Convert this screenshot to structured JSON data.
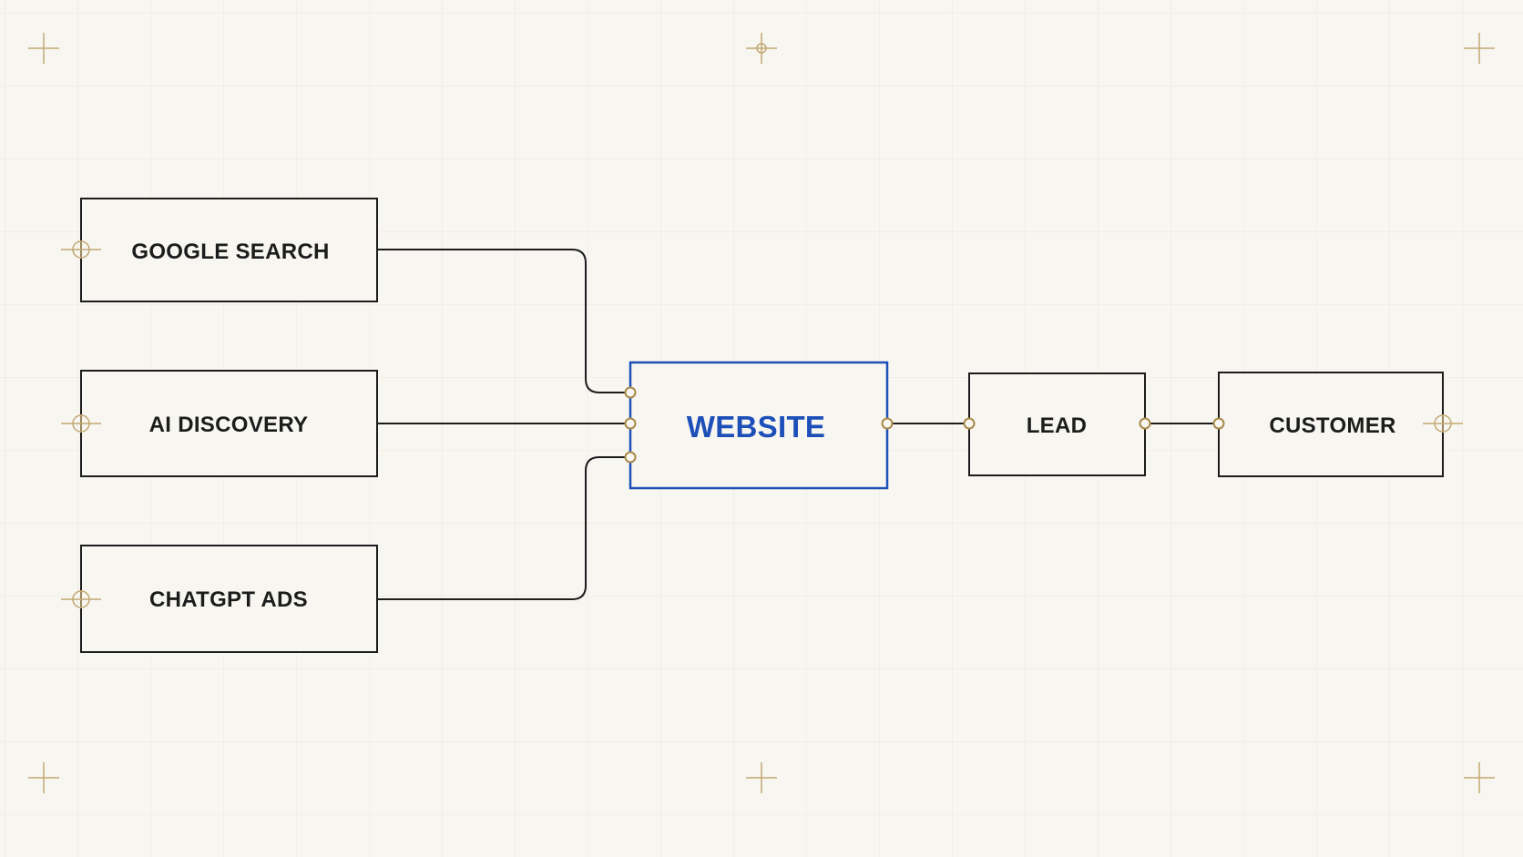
{
  "diagram": {
    "colors": {
      "background": "#f8f6f1",
      "grid": "#ebe7de",
      "box_stroke": "#1c1c1c",
      "highlight": "#1d4fb8",
      "port": "#a88a4a",
      "crosshair": "#c2a873"
    },
    "nodes": {
      "google_search": {
        "label": "GOOGLE SEARCH"
      },
      "ai_discovery": {
        "label": "AI DISCOVERY"
      },
      "chatgpt_ads": {
        "label": "CHATGPT ADS"
      },
      "website": {
        "label": "WEBSITE"
      },
      "lead": {
        "label": "LEAD"
      },
      "customer": {
        "label": "CUSTOMER"
      }
    },
    "edges": [
      {
        "from": "google_search",
        "to": "website"
      },
      {
        "from": "ai_discovery",
        "to": "website"
      },
      {
        "from": "chatgpt_ads",
        "to": "website"
      },
      {
        "from": "website",
        "to": "lead"
      },
      {
        "from": "lead",
        "to": "customer"
      }
    ]
  }
}
